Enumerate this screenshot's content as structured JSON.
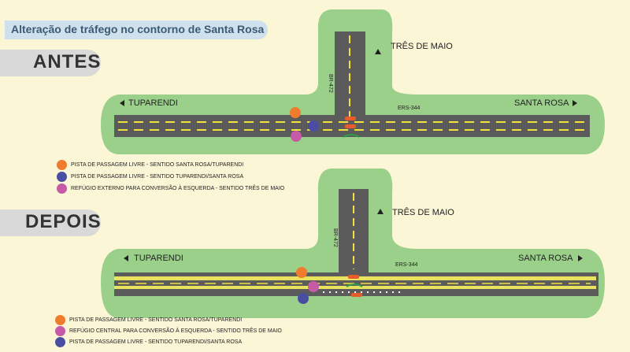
{
  "title": "Alteração de tráfego no contorno de Santa Rosa",
  "colors": {
    "background": "#fbf6d6",
    "grass": "#9bd08a",
    "road": "#5b5b5b",
    "lane_line": "#f2e23c",
    "orange": "#ef7b2e",
    "blue": "#4a4ea3",
    "pink": "#c65aa6",
    "title_pill": "#cfe1ec"
  },
  "antes": {
    "heading": "ANTES",
    "labels": {
      "tres_de_maio": "TRÊS DE MAIO",
      "tuparendi": "TUPARENDI",
      "santa_rosa": "SANTA ROSA",
      "br472": "BR-472",
      "ers344": "ERS-344"
    },
    "legend": [
      {
        "color": "orange",
        "text": "PISTA DE PASSAGEM LIVRE - SENTIDO SANTA ROSA/TUPARENDI"
      },
      {
        "color": "blue",
        "text": "PISTA DE PASSAGEM LIVRE - SENTIDO TUPARENDI/SANTA ROSA"
      },
      {
        "color": "pink",
        "text": "REFÚGIO EXTERNO PARA CONVERSÃO À ESQUERDA - SENTIDO TRÊS DE MAIO"
      }
    ]
  },
  "depois": {
    "heading": "DEPOIS",
    "labels": {
      "tres_de_maio": "TRÊS DE MAIO",
      "tuparendi": "TUPARENDI",
      "santa_rosa": "SANTA ROSA",
      "br472": "BR-472",
      "ers344": "ERS-344"
    },
    "legend": [
      {
        "color": "orange",
        "text": "PISTA DE PASSAGEM LIVRE - SENTIDO SANTA ROSA/TUPARENDI"
      },
      {
        "color": "pink",
        "text": "REFÚGIO CENTRAL PARA CONVERSÃO À ESQUERDA - SENTIDO TRÊS DE MAIO"
      },
      {
        "color": "blue",
        "text": "PISTA DE PASSAGEM LIVRE - SENTIDO TUPARENDI/SANTA ROSA"
      }
    ]
  }
}
